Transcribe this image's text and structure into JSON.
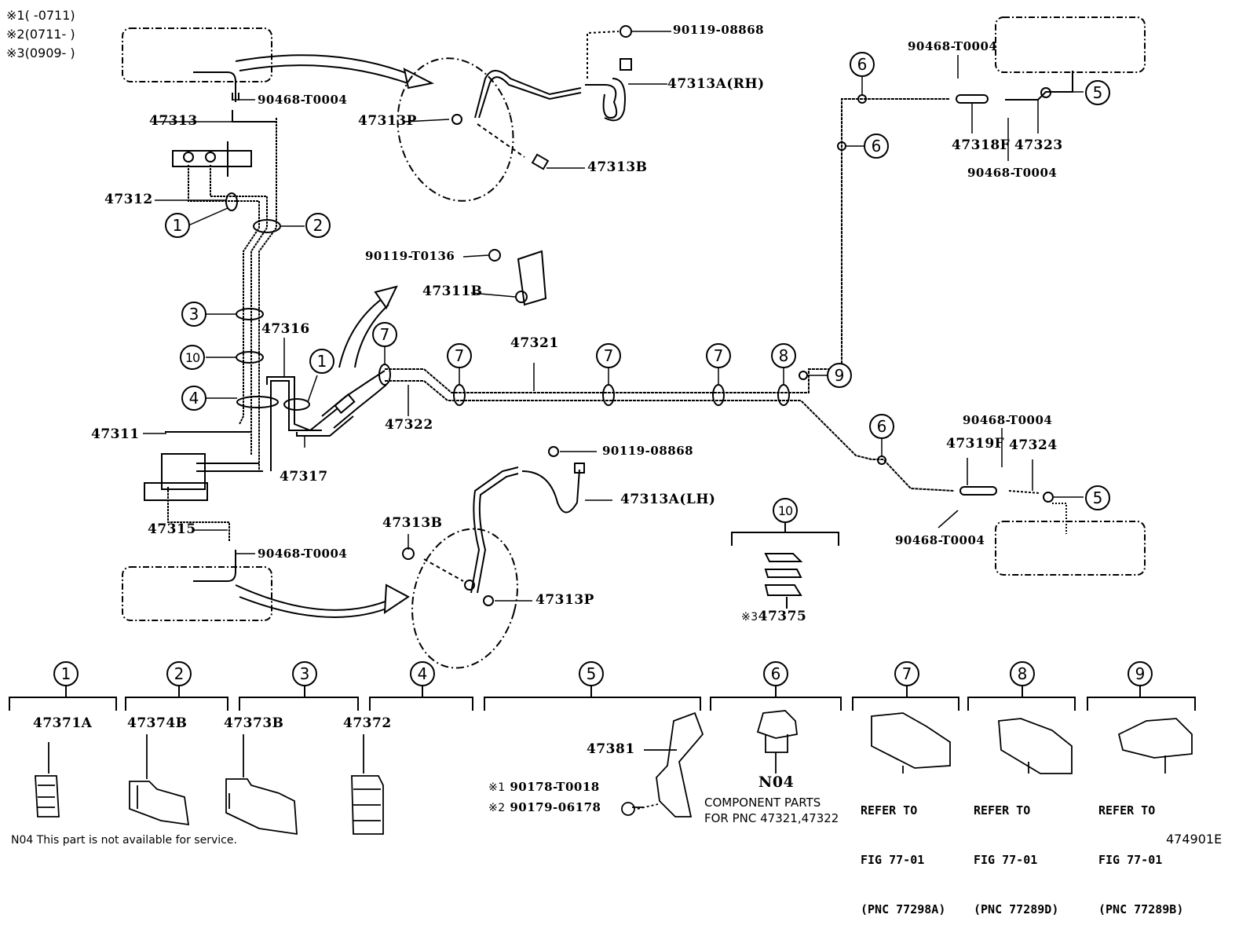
{
  "legend": {
    "notes": [
      {
        "mark": "※1",
        "range": "(      -0711)"
      },
      {
        "mark": "※2",
        "range": "(0711-      )"
      },
      {
        "mark": "※3",
        "range": "(0909-      )"
      }
    ]
  },
  "parts": {
    "p47313": "47313",
    "p90468_top_left": "90468-T0004",
    "p47312": "47312",
    "p47311": "47311",
    "p47316": "47316",
    "p47317": "47317",
    "p47315": "47315",
    "p90468_bottom_left": "90468-T0004",
    "p90119_08868_top": "90119-08868",
    "p47313A_RH": "47313A(RH)",
    "p47313P_top": "47313P",
    "p47313B_top": "47313B",
    "p90119_T0136": "90119-T0136",
    "p47311B": "47311B",
    "p47321": "47321",
    "p47322": "47322",
    "p90119_08868_bottom": "90119-08868",
    "p47313A_LH": "47313A(LH)",
    "p47313B_bottom": "47313B",
    "p47313P_bottom": "47313P",
    "p90468_right_top": "90468-T0004",
    "p47318F": "47318F",
    "p47323": "47323",
    "p90468_right_top2": "90468-T0004",
    "p90468_right_mid": "90468-T0004",
    "p47319F": "47319F",
    "p47324": "47324",
    "p90468_right_bottom": "90468-T0004",
    "p47375": "47375",
    "p47375_mark": "※3"
  },
  "callouts": {
    "c1": "1",
    "c2": "2",
    "c3": "3",
    "c4": "4",
    "c5": "5",
    "c6": "6",
    "c7": "7",
    "c8": "8",
    "c9": "9",
    "c10": "10"
  },
  "clamp_groups": [
    {
      "num": "1",
      "part": "47371A"
    },
    {
      "num": "2",
      "part": "47374B"
    },
    {
      "num": "3",
      "part": "47373B"
    },
    {
      "num": "4",
      "part": "47372"
    },
    {
      "num": "5",
      "part": "47381",
      "sub": [
        {
          "mark": "※1",
          "part": "90178-T0018"
        },
        {
          "mark": "※2",
          "part": "90179-06178"
        }
      ]
    },
    {
      "num": "6",
      "part": "N04",
      "desc_line1": "COMPONENT PARTS",
      "desc_line2": "FOR PNC 47321,47322"
    },
    {
      "num": "7",
      "ref_line1": "REFER TO",
      "ref_line2": "FIG 77-01",
      "ref_line3": "(PNC 77298A)"
    },
    {
      "num": "8",
      "ref_line1": "REFER TO",
      "ref_line2": "FIG 77-01",
      "ref_line3": "(PNC 77289D)"
    },
    {
      "num": "9",
      "ref_line1": "REFER TO",
      "ref_line2": "FIG 77-01",
      "ref_line3": "(PNC 77289B)"
    }
  ],
  "footer": {
    "note": "N04 This part is not available for service.",
    "figure_id": "474901E"
  }
}
